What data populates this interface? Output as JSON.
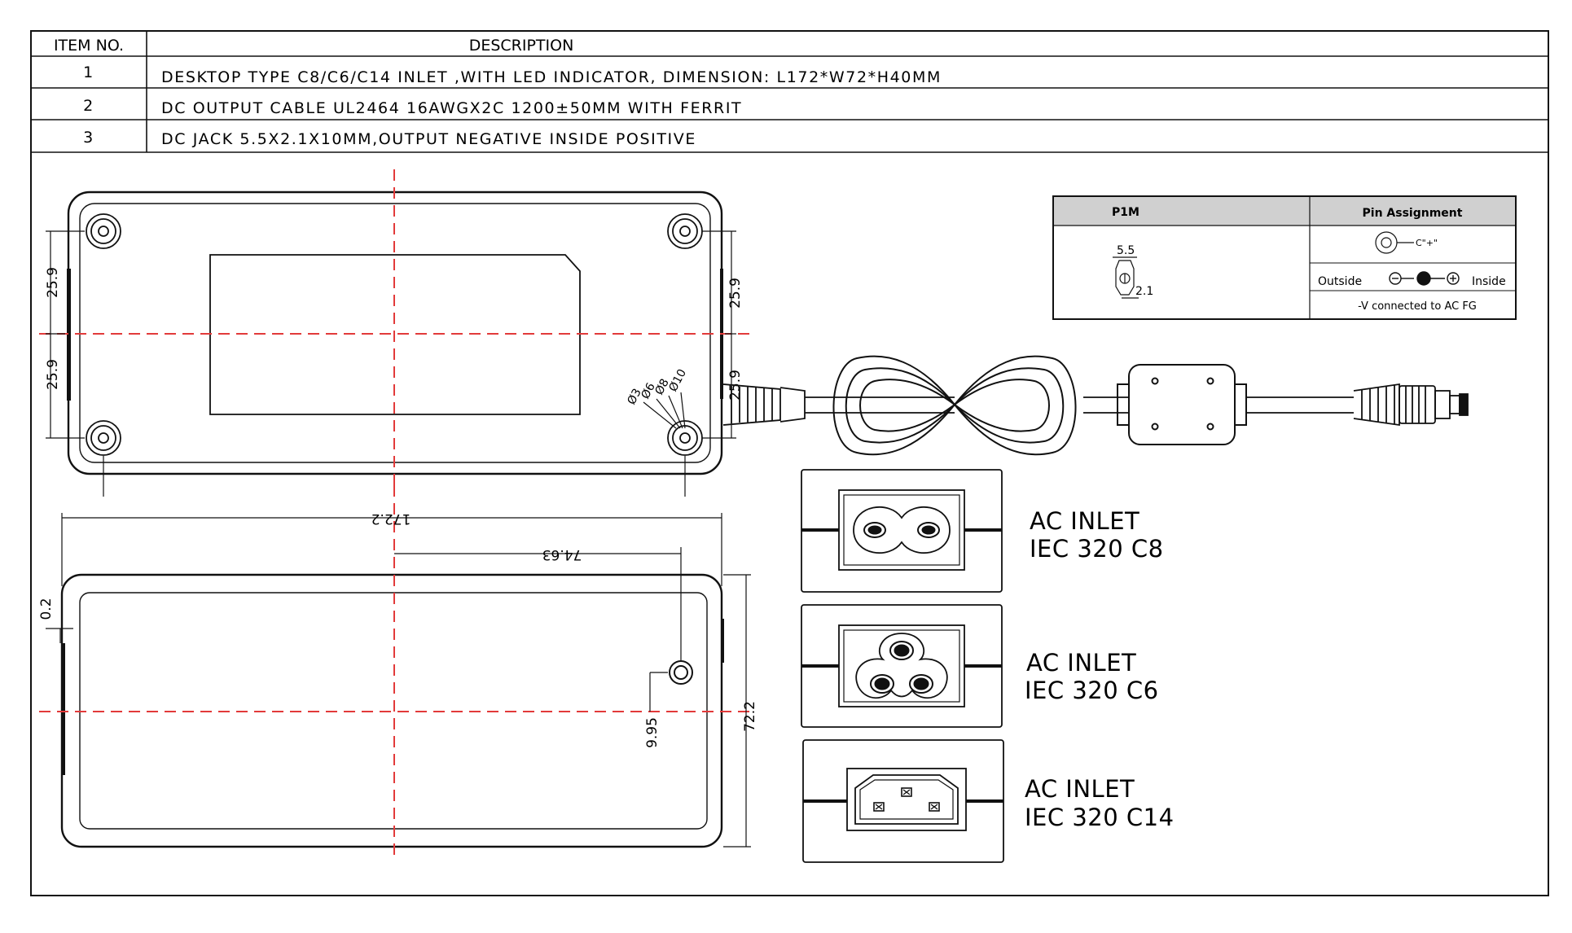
{
  "table": {
    "headers": {
      "item_no": "ITEM NO.",
      "description": "DESCRIPTION"
    },
    "rows": [
      {
        "item": "1",
        "description": "DESKTOP TYPE C8/C6/C14 INLET ,WITH LED INDICATOR, DIMENSION: L172*W72*H40MM"
      },
      {
        "item": "2",
        "description": "DC OUTPUT CABLE UL2464 16AWGX2C 1200±50MM WITH FERRIT"
      },
      {
        "item": "3",
        "description": "DC JACK 5.5X2.1X10MM,OUTPUT NEGATIVE INSIDE POSITIVE"
      }
    ]
  },
  "top_view": {
    "dims": {
      "left_upper": "25.9",
      "left_lower": "25.9",
      "right_upper": "25.9",
      "right_lower": "25.9"
    },
    "holes": [
      "Ø3",
      "Ø6",
      "Ø8",
      "Ø10"
    ]
  },
  "side_view": {
    "dims": {
      "length": "172.2",
      "hole_offset": "74.63",
      "gap": "0.2",
      "hole_height": "9.95",
      "width": "72.2"
    }
  },
  "pin_table": {
    "col1": "P1M",
    "col2": "Pin Assignment",
    "dim_outer": "5.5",
    "dim_inner": "2.1",
    "center_label": "C\"+\"",
    "outside": "Outside",
    "inside": "Inside",
    "note": "-V connected to AC FG"
  },
  "inlets": [
    {
      "line1": "AC INLET",
      "line2": "IEC 320 C8"
    },
    {
      "line1": "AC INLET",
      "line2": "IEC 320 C6"
    },
    {
      "line1": "AC INLET",
      "line2": "IEC 320 C14"
    }
  ],
  "colors": {
    "line": "#111111",
    "centerline": "#e23a3a",
    "pin_header": "#d0d0d0"
  }
}
